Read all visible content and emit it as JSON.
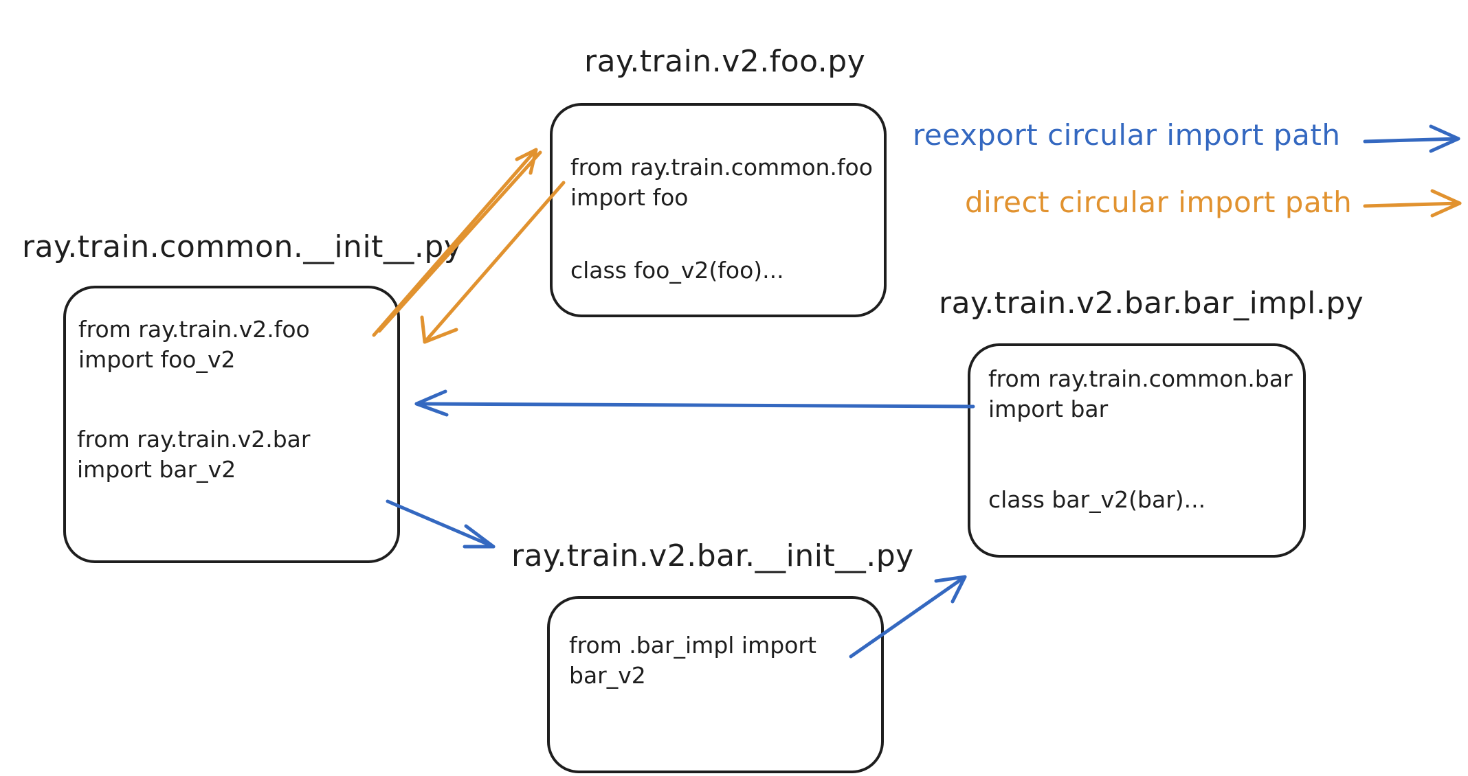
{
  "legend": {
    "reexport": {
      "label": "reexport circular import path",
      "color": "#3468c0"
    },
    "direct": {
      "label": "direct circular import path",
      "color": "#e1922f"
    }
  },
  "modules": {
    "common_init": {
      "title": "ray.train.common.__init__.py",
      "lines": [
        "from ray.train.v2.foo",
        "import foo_v2",
        "from ray.train.v2.bar",
        "import bar_v2"
      ]
    },
    "v2_foo": {
      "title": "ray.train.v2.foo.py",
      "lines": [
        "from ray.train.common.foo",
        "import foo",
        "class foo_v2(foo)..."
      ]
    },
    "bar_impl": {
      "title": "ray.train.v2.bar.bar_impl.py",
      "lines": [
        "from ray.train.common.bar",
        "import bar",
        "class bar_v2(bar)..."
      ]
    },
    "bar_init": {
      "title": "ray.train.v2.bar.__init__.py",
      "lines": [
        "from .bar_impl import",
        "bar_v2"
      ]
    }
  }
}
